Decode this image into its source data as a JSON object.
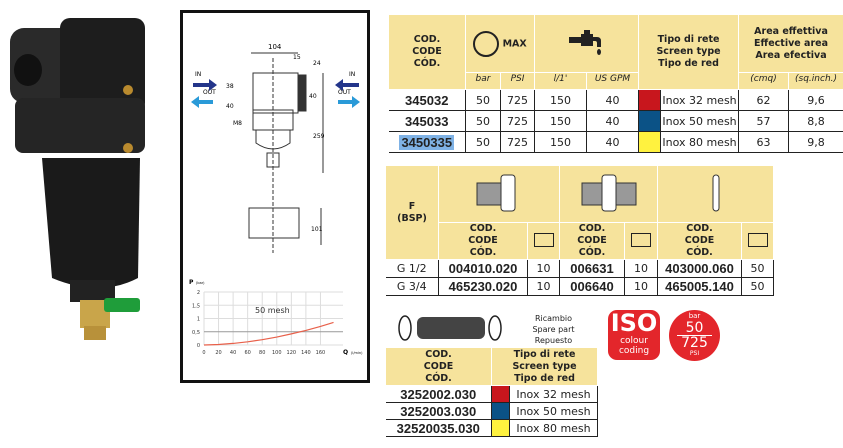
{
  "colors": {
    "header": "#f6e39c",
    "red": "#c8161d",
    "blue": "#0b5286",
    "yellow": "#fff23f",
    "badge": "#e3262b"
  },
  "photo": {
    "icon": "filter-product-photo"
  },
  "drawing": {
    "dims": [
      "104",
      "15",
      "24",
      "38",
      "40",
      "40",
      "M8",
      "259",
      "101"
    ],
    "in_label": "IN",
    "out_label": "OUT"
  },
  "chart_data": {
    "type": "line",
    "title": "",
    "annotation": "50 mesh",
    "xlabel": "Q",
    "xunit": "(l/min)",
    "ylabel": "P",
    "yunit": "(bar)",
    "x_ticks": [
      "0",
      "20",
      "40",
      "60",
      "80",
      "100",
      "120",
      "140",
      "160"
    ],
    "y_ticks": [
      "0",
      "0,5",
      "1",
      "1,5",
      "2"
    ],
    "xlim": [
      0,
      180
    ],
    "ylim": [
      0,
      2
    ],
    "grid": true,
    "series": [
      {
        "name": "50 mesh",
        "x": [
          0,
          20,
          40,
          60,
          80,
          100,
          120,
          140,
          160,
          178
        ],
        "y": [
          0,
          0.02,
          0.06,
          0.12,
          0.2,
          0.3,
          0.42,
          0.55,
          0.7,
          0.85
        ]
      }
    ]
  },
  "main_table": {
    "code_header": [
      "COD.",
      "CODE",
      "CÓD."
    ],
    "max_label": "MAX",
    "bar": "bar",
    "psi": "PSI",
    "lmin": "l/1'",
    "usgpm": "US GPM",
    "screen_header": [
      "Tipo di rete",
      "Screen type",
      "Tipo de red"
    ],
    "area_header": [
      "Area effettiva",
      "Effective area",
      "Area efectiva"
    ],
    "cmq": "(cmq)",
    "sqinch": "(sq.inch.)",
    "rows": [
      {
        "code": "345032",
        "bar": "50",
        "psi": "725",
        "lmin": "150",
        "gpm": "40",
        "color": "#c8161d",
        "screen": "Inox 32 mesh",
        "cmq": "62",
        "sqin": "9,6"
      },
      {
        "code": "345033",
        "bar": "50",
        "psi": "725",
        "lmin": "150",
        "gpm": "40",
        "color": "#0b5286",
        "screen": "Inox 50 mesh",
        "cmq": "57",
        "sqin": "8,8"
      },
      {
        "code": "3450335",
        "bar": "50",
        "psi": "725",
        "lmin": "150",
        "gpm": "40",
        "color": "#fff23f",
        "screen": "Inox 80 mesh",
        "cmq": "63",
        "sqin": "9,8"
      }
    ]
  },
  "fittings_table": {
    "f_label": "F",
    "bsp": "(BSP)",
    "code_header": [
      "COD.",
      "CODE",
      "CÓD."
    ],
    "rows": [
      {
        "size": "G 1/2",
        "c1": "004010.020",
        "q1": "10",
        "c2": "006631",
        "q2": "10",
        "c3": "403000.060",
        "q3": "50"
      },
      {
        "size": "G 3/4",
        "c1": "465230.020",
        "q1": "10",
        "c2": "006640",
        "q2": "10",
        "c3": "465005.140",
        "q3": "50"
      }
    ]
  },
  "spare_table": {
    "title": [
      "Ricambio",
      "Spare part",
      "Repuesto"
    ],
    "code_header": [
      "COD.",
      "CODE",
      "CÓD."
    ],
    "screen_header": [
      "Tipo di rete",
      "Screen type",
      "Tipo de red"
    ],
    "rows": [
      {
        "code": "3252002.030",
        "color": "#c8161d",
        "screen": "Inox 32 mesh"
      },
      {
        "code": "3252003.030",
        "color": "#0b5286",
        "screen": "Inox 50 mesh"
      },
      {
        "code": "32520035.030",
        "color": "#fff23f",
        "screen": "Inox 80 mesh"
      }
    ]
  },
  "badges": {
    "iso": "ISO",
    "iso_sub1": "colour",
    "iso_sub2": "coding",
    "bar": "bar",
    "bar_val": "50",
    "psi_val": "725",
    "psi": "PSI"
  }
}
